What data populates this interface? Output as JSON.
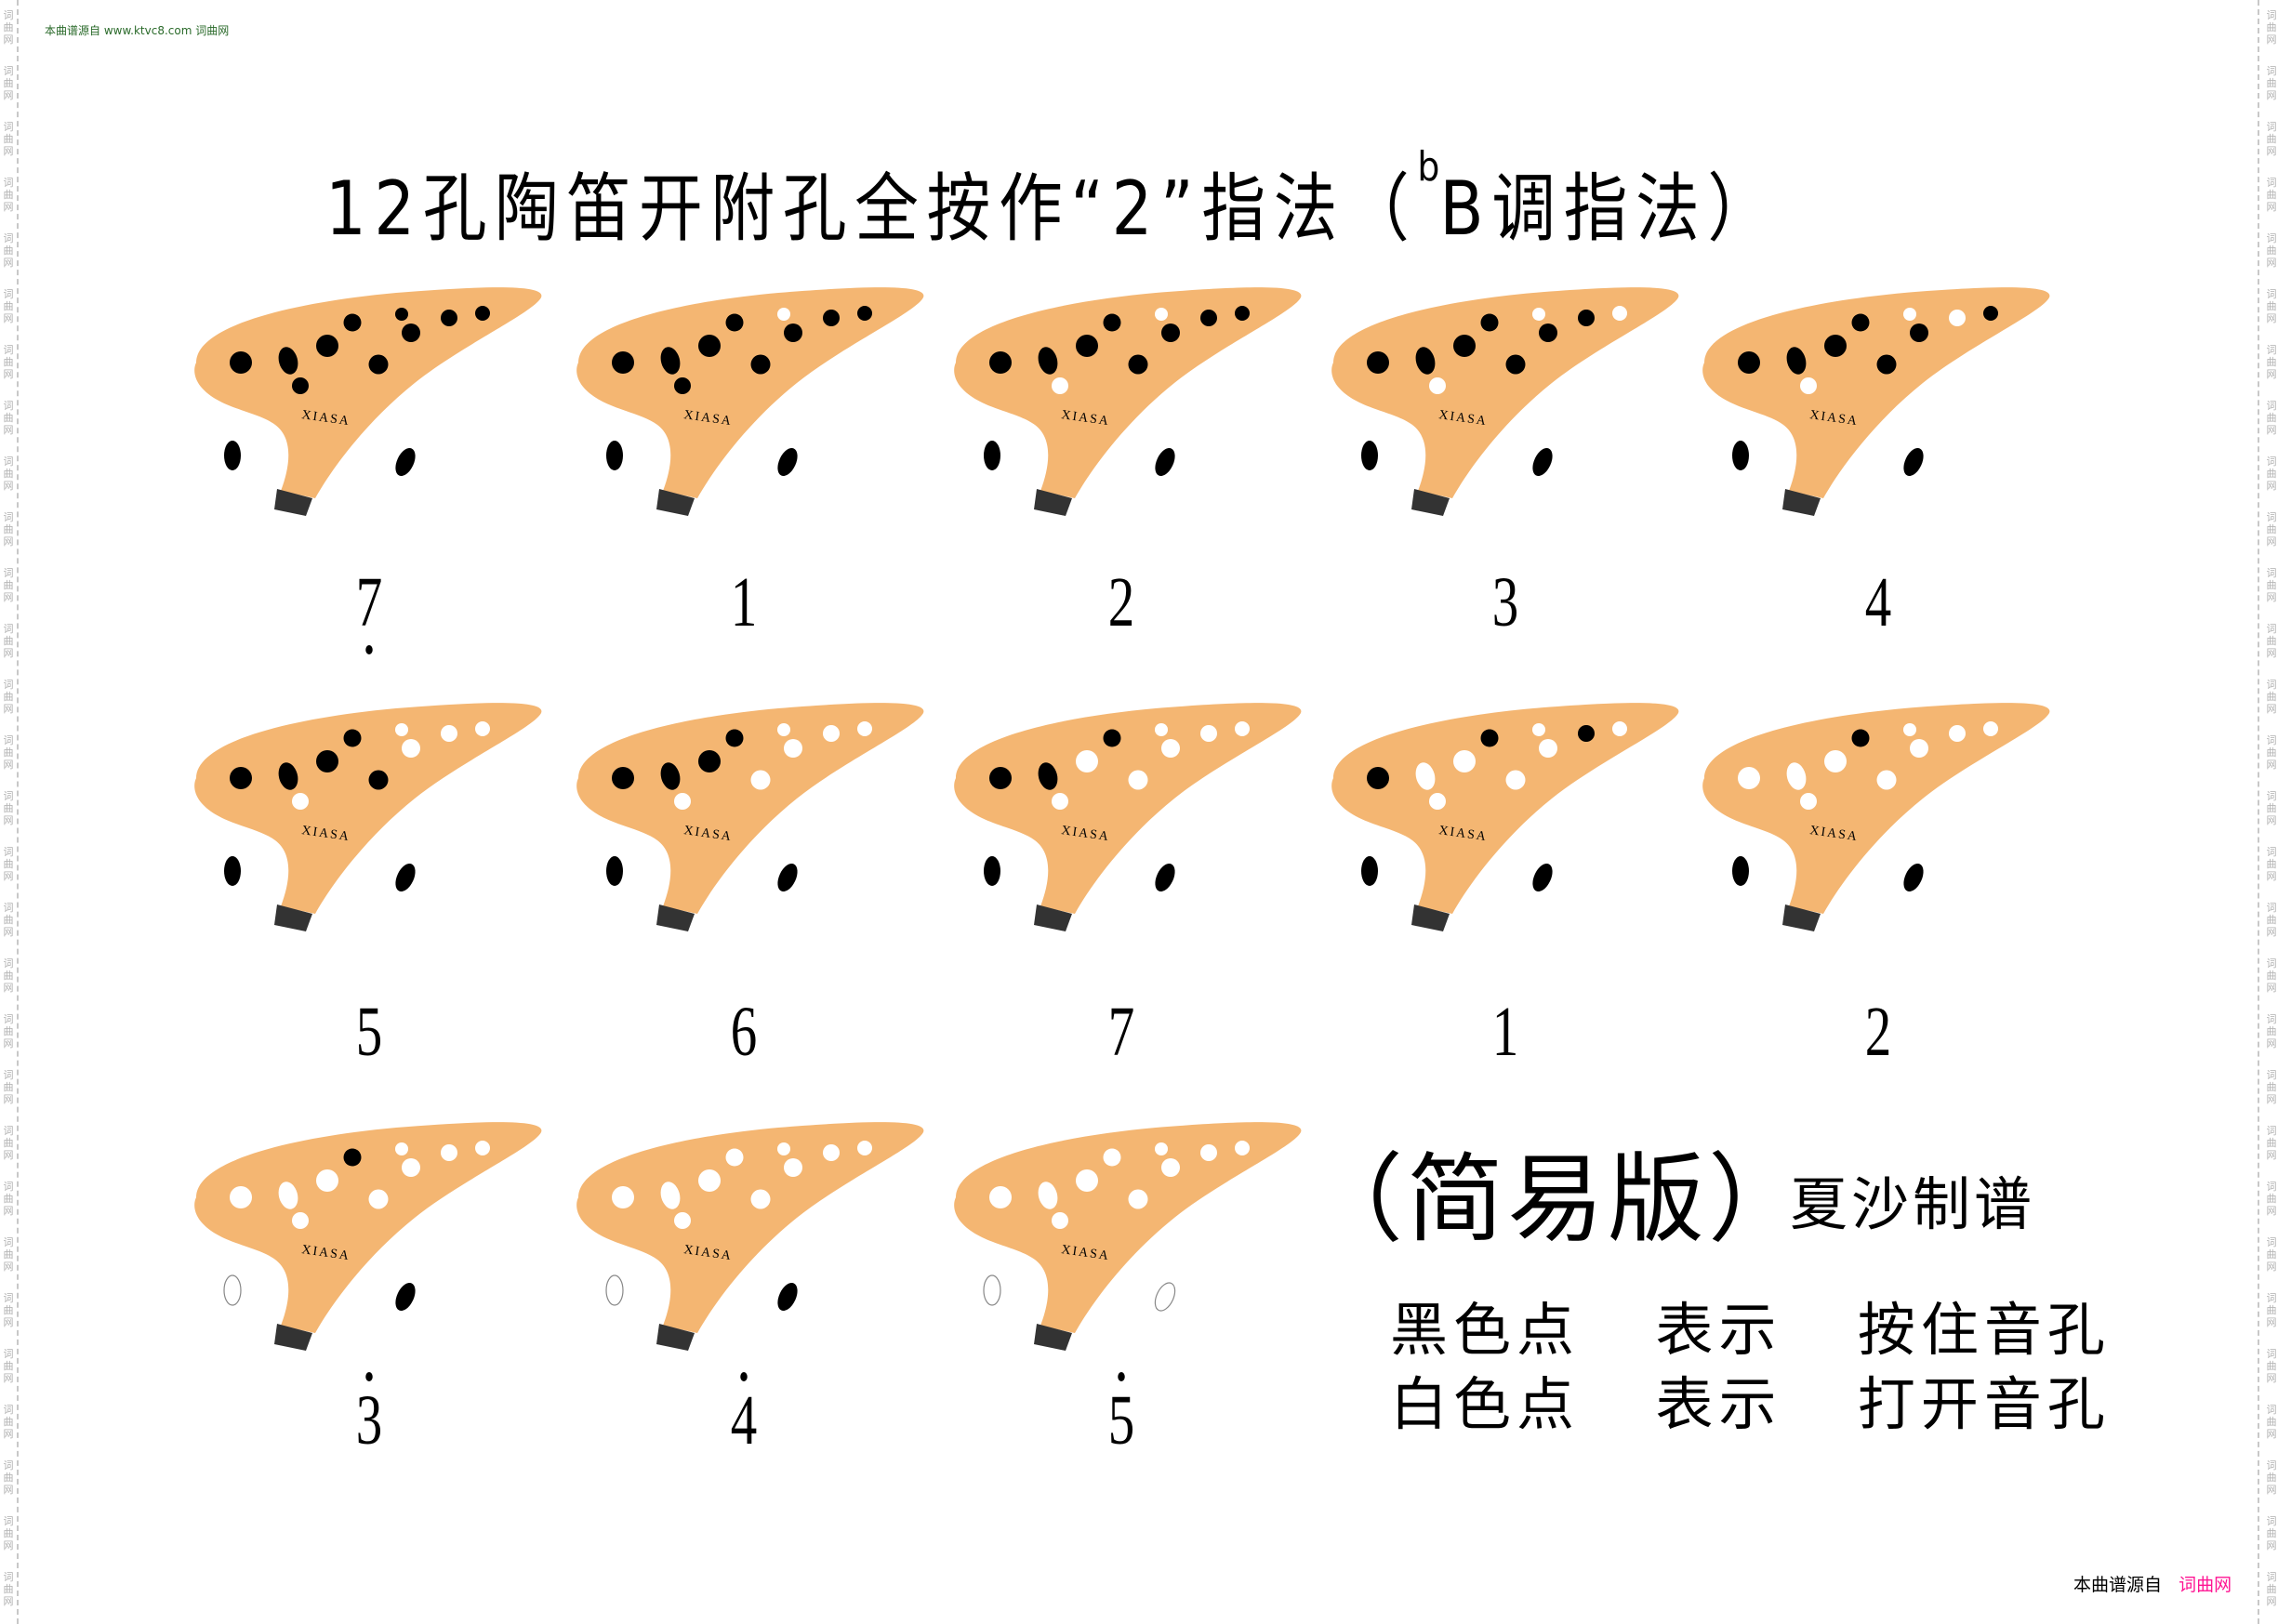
{
  "watermark": {
    "side_text": "词曲网",
    "top_source": "本曲谱源自 www.ktvc8.com 词曲网"
  },
  "title": {
    "main": "12孔陶笛开附孔全按作“2”指法（",
    "flat": "b",
    "key": "B调指法）"
  },
  "brand_text": "XIASA",
  "colors": {
    "body": "#f4b672",
    "closed": "#000000",
    "open": "#ffffff",
    "mouthpiece": "#333333",
    "link": "#ff1493",
    "source": "#2a6a2a"
  },
  "fingerings": [
    {
      "note": "7",
      "octave": "low",
      "holes": [
        1,
        1,
        1,
        1,
        1,
        1,
        1,
        1,
        1,
        1
      ],
      "thumbs": [
        1,
        1
      ]
    },
    {
      "note": "1",
      "octave": "mid",
      "holes": [
        1,
        1,
        1,
        1,
        1,
        1,
        0,
        1,
        1,
        1
      ],
      "thumbs": [
        1,
        1
      ]
    },
    {
      "note": "2",
      "octave": "mid",
      "holes": [
        1,
        1,
        0,
        1,
        1,
        1,
        0,
        1,
        1,
        1
      ],
      "thumbs": [
        1,
        1
      ]
    },
    {
      "note": "3",
      "octave": "mid",
      "holes": [
        1,
        1,
        0,
        1,
        1,
        1,
        0,
        1,
        1,
        0
      ],
      "thumbs": [
        1,
        1
      ]
    },
    {
      "note": "4",
      "octave": "mid",
      "holes": [
        1,
        1,
        0,
        1,
        1,
        1,
        0,
        1,
        0,
        1
      ],
      "thumbs": [
        1,
        1
      ]
    },
    {
      "note": "5",
      "octave": "mid",
      "holes": [
        1,
        1,
        0,
        1,
        1,
        1,
        0,
        0,
        0,
        0
      ],
      "thumbs": [
        1,
        1
      ]
    },
    {
      "note": "6",
      "octave": "mid",
      "holes": [
        1,
        1,
        0,
        1,
        1,
        0,
        0,
        0,
        0,
        0
      ],
      "thumbs": [
        1,
        1
      ]
    },
    {
      "note": "7",
      "octave": "mid",
      "holes": [
        1,
        1,
        0,
        0,
        1,
        0,
        0,
        0,
        0,
        0
      ],
      "thumbs": [
        1,
        1
      ]
    },
    {
      "note": "1",
      "octave": "mid",
      "holes": [
        1,
        0,
        0,
        0,
        1,
        0,
        0,
        0,
        1,
        0
      ],
      "thumbs": [
        1,
        1
      ]
    },
    {
      "note": "2",
      "octave": "mid",
      "holes": [
        0,
        0,
        0,
        0,
        1,
        0,
        0,
        0,
        0,
        0
      ],
      "thumbs": [
        1,
        1
      ]
    },
    {
      "note": "3",
      "octave": "high",
      "holes": [
        0,
        0,
        0,
        0,
        1,
        0,
        0,
        0,
        0,
        0
      ],
      "thumbs": [
        0,
        1
      ]
    },
    {
      "note": "4",
      "octave": "high",
      "holes": [
        0,
        0,
        0,
        0,
        0,
        0,
        0,
        0,
        0,
        0
      ],
      "thumbs": [
        0,
        1
      ]
    },
    {
      "note": "5",
      "octave": "high",
      "holes": [
        0,
        0,
        0,
        0,
        0,
        0,
        0,
        0,
        0,
        0
      ],
      "thumbs": [
        0,
        0
      ]
    }
  ],
  "edition": "（简易版）",
  "author": "夏沙制谱",
  "legend": [
    {
      "dot": "黑色点",
      "means": "表示",
      "action": "按住音孔"
    },
    {
      "dot": "白色点",
      "means": "表示",
      "action": "打开音孔"
    }
  ],
  "footer": {
    "prefix": "本曲谱源自",
    "site": "词曲网"
  }
}
